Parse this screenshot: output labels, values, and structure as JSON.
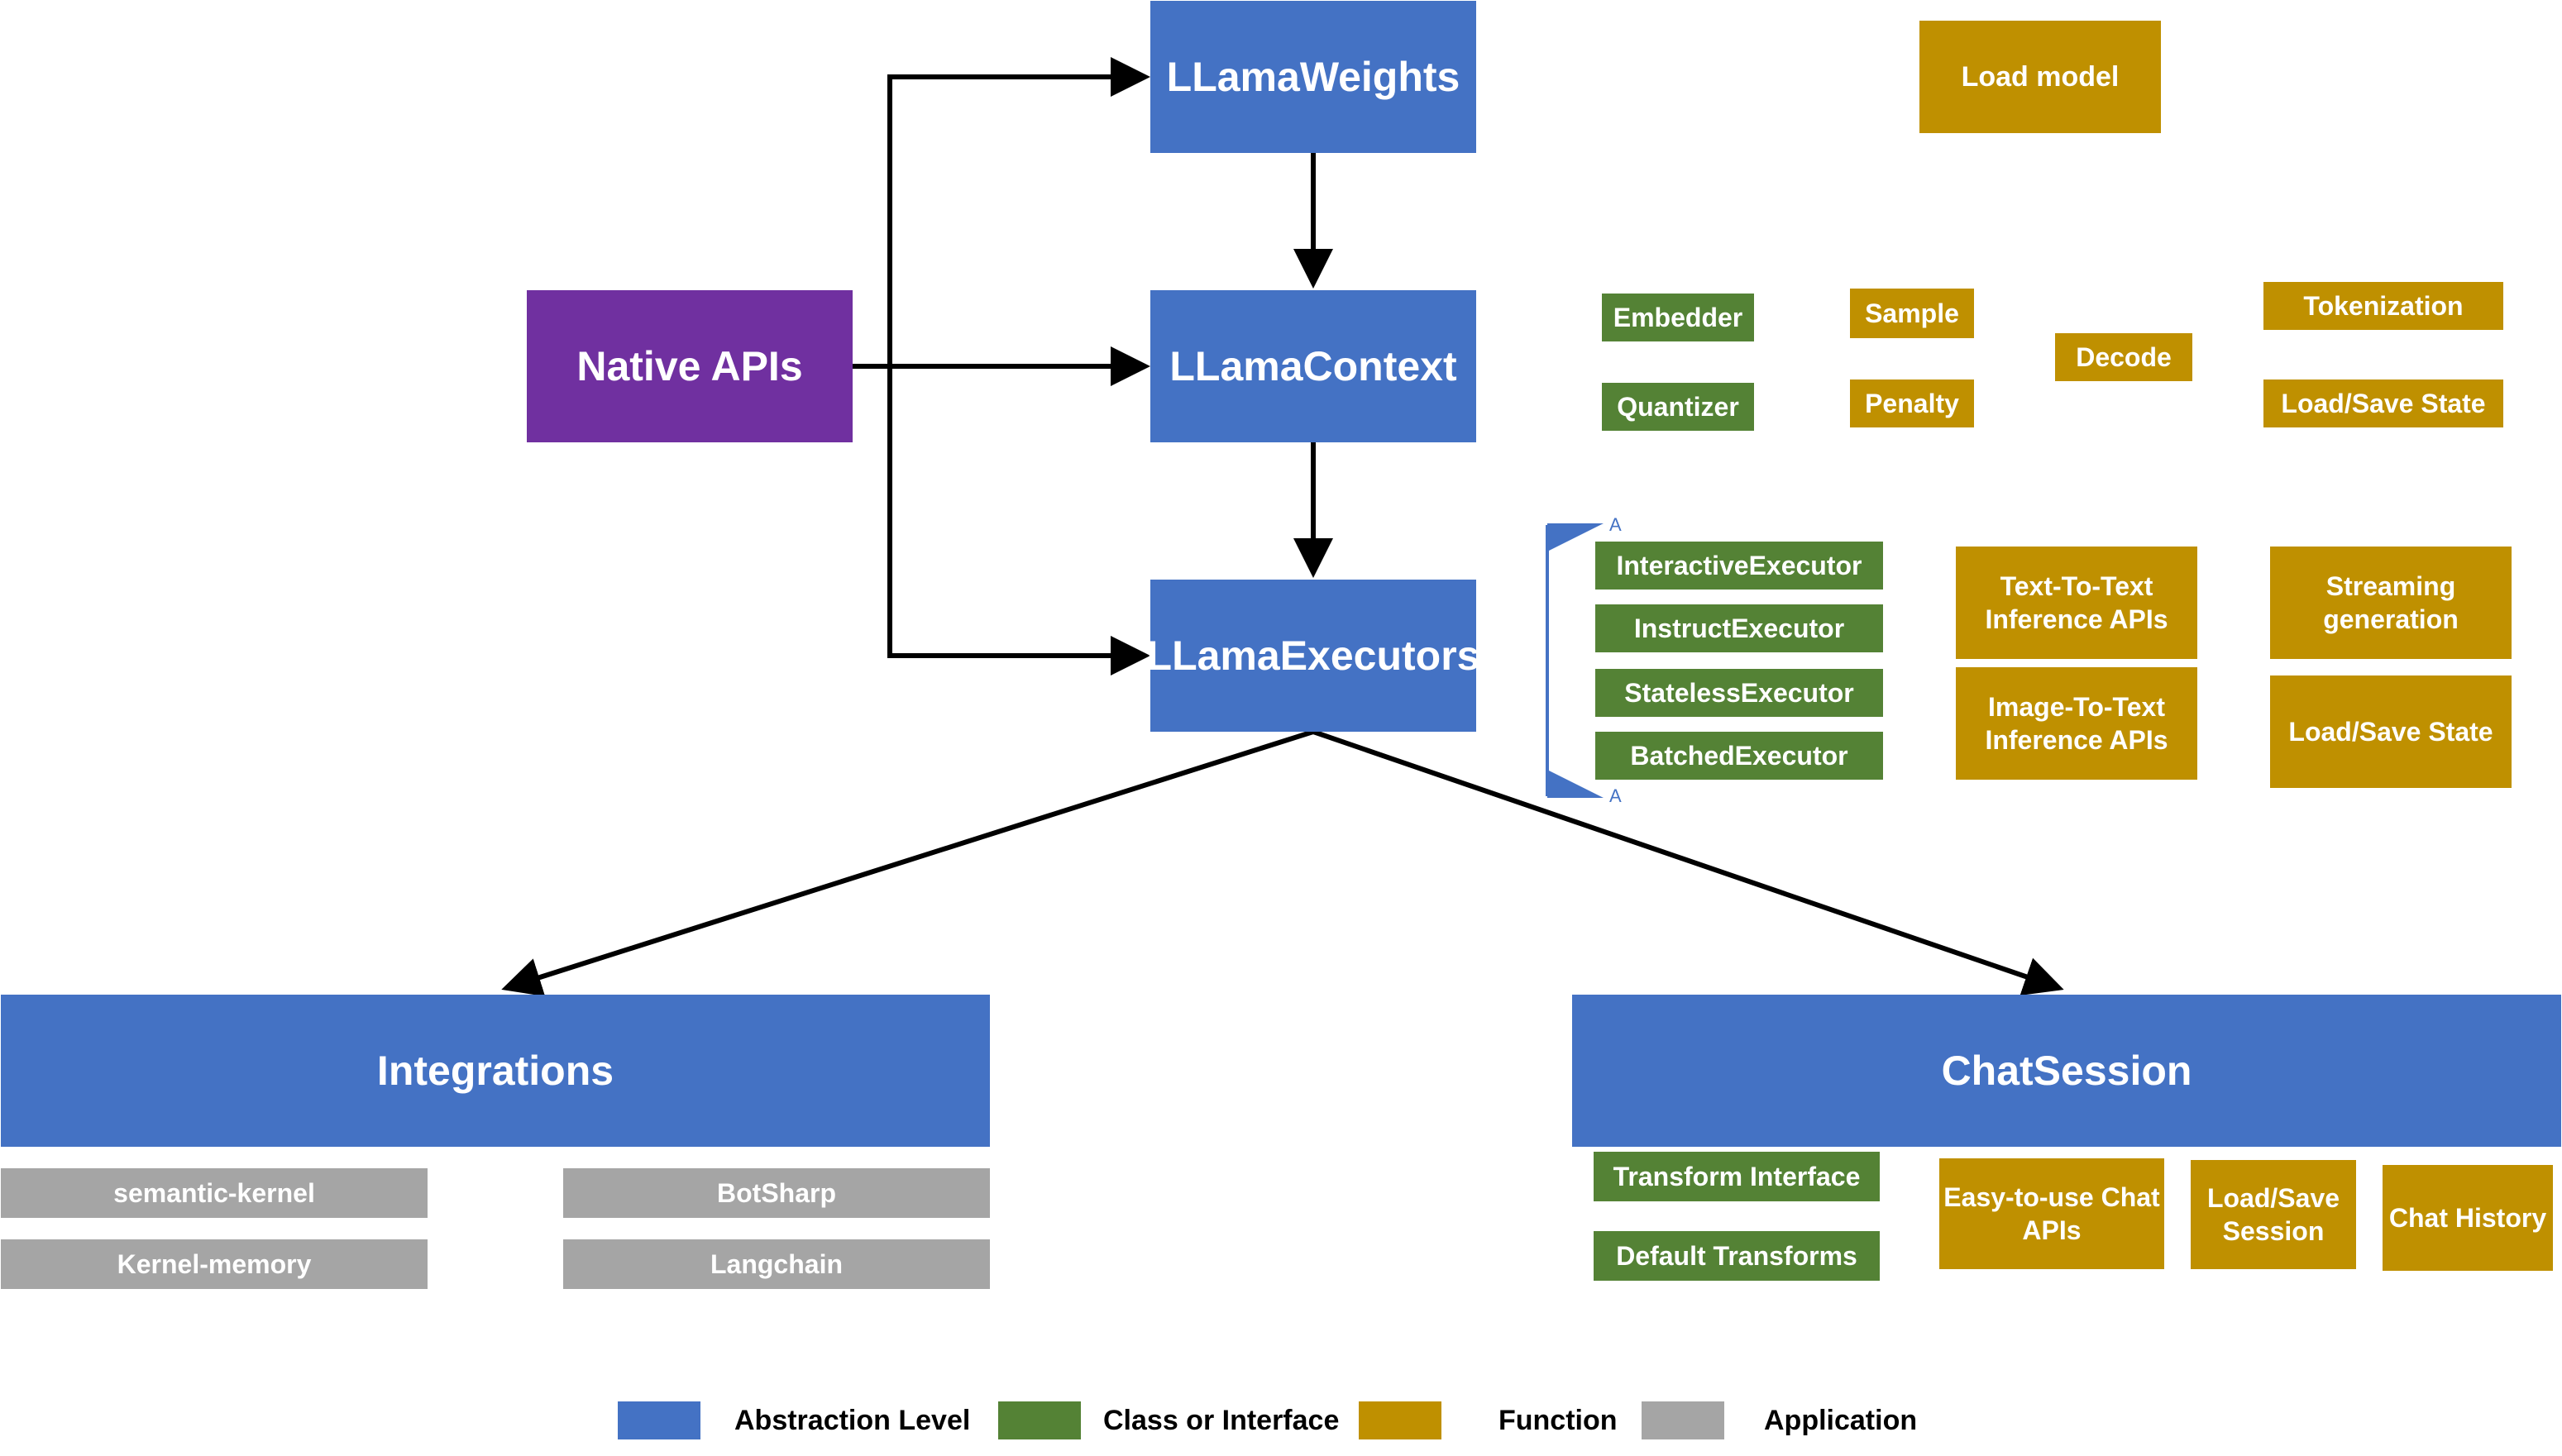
{
  "colors": {
    "abstraction": "#4472C4",
    "native": "#7030A0",
    "class": "#548235",
    "function": "#BF9000",
    "application": "#A5A5A5"
  },
  "nodes": {
    "weights": "LLamaWeights",
    "context": "LLamaContext",
    "executors": "LLamaExecutors",
    "native": "Native APIs",
    "integrations": "Integrations",
    "chat_session": "ChatSession"
  },
  "weights_functions": {
    "load_model": "Load model"
  },
  "context_items": {
    "embedder": "Embedder",
    "quantizer": "Quantizer",
    "sample": "Sample",
    "penalty": "Penalty",
    "decode": "Decode",
    "tokenization": "Tokenization",
    "load_save_state": "Load/Save State"
  },
  "executor_items": {
    "classes": [
      "InteractiveExecutor",
      "InstructExecutor",
      "StatelessExecutor",
      "BatchedExecutor"
    ],
    "bracket_mark": "A",
    "text_to_text": "Text-To-Text Inference APIs",
    "image_to_text": "Image-To-Text Inference APIs",
    "streaming": "Streaming generation",
    "load_save_state": "Load/Save State"
  },
  "integrations_items": [
    "semantic-kernel",
    "BotSharp",
    "Kernel-memory",
    "Langchain"
  ],
  "chat_items": {
    "transform_interface": "Transform Interface",
    "default_transforms": "Default Transforms",
    "easy_chat_apis": "Easy-to-use Chat APIs",
    "load_save_session": "Load/Save Session",
    "chat_history": "Chat History"
  },
  "legend": {
    "abstraction": "Abstraction Level",
    "class": "Class or Interface",
    "function": "Function",
    "application": "Application"
  }
}
